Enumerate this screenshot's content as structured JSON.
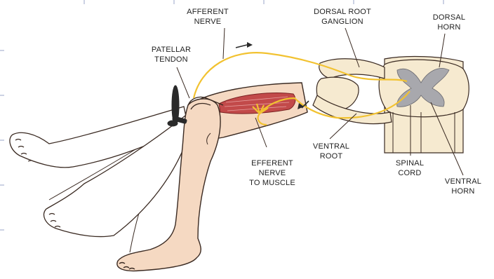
{
  "labels": {
    "afferent_nerve": [
      "AFFERENT",
      "NERVE"
    ],
    "dorsal_root_ganglion": [
      "DORSAL ROOT",
      "GANGLION"
    ],
    "dorsal_horn": [
      "DORSAL",
      "HORN"
    ],
    "patellar_tendon": [
      "PATELLAR",
      "TENDON"
    ],
    "ventral_root": [
      "VENTRAL",
      "ROOT"
    ],
    "efferent_nerve": [
      "EFFERENT",
      "NERVE",
      "TO MUSCLE"
    ],
    "spinal_cord": [
      "SPINAL",
      "CORD"
    ],
    "ventral_horn": [
      "VENTRAL",
      "HORN"
    ]
  },
  "colors": {
    "skin": "#f5d9c2",
    "skin_outline": "#3a2a22",
    "nerve": "#f2c230",
    "muscle": "#c24a4a",
    "cord": "#f6ead0",
    "grey_matter": "#a8a8ad",
    "hammer": "#2a2a2a"
  }
}
